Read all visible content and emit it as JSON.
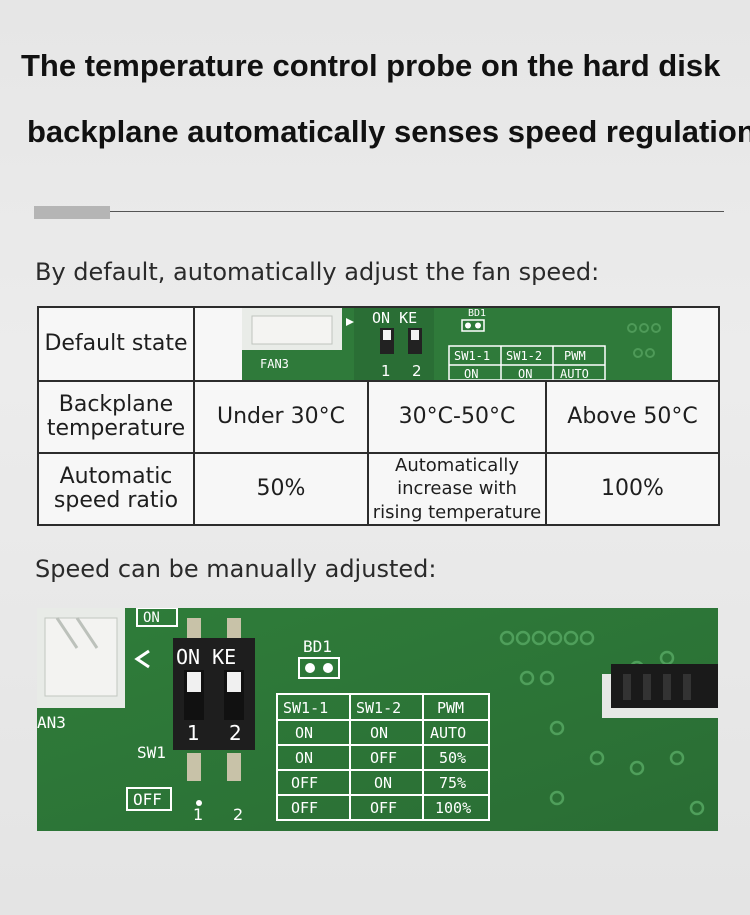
{
  "title": {
    "line1": "The temperature control probe on the hard disk",
    "line2": "backplane automatically senses speed regulation"
  },
  "default_section": {
    "heading": "By default, automatically adjust the fan speed:"
  },
  "table": {
    "row_default": {
      "label": "Default state"
    },
    "row_temp": {
      "label_line1": "Backplane",
      "label_line2": "temperature",
      "cells": [
        "Under 30°C",
        "30°C-50°C",
        "Above 50°C"
      ]
    },
    "row_ratio": {
      "label_line1": "Automatic",
      "label_line2": "speed ratio",
      "cells": [
        "50%",
        "",
        "100%"
      ],
      "mid_line1": "Automatically",
      "mid_line2": "increase with",
      "mid_line3": "rising temperature"
    }
  },
  "small_board": {
    "on_label": "ON KE",
    "switch_nums": [
      "1",
      "2"
    ],
    "fan_label": "FAN3",
    "bd_label": "BD1",
    "headers": [
      "SW1-1",
      "SW1-2",
      "PWM"
    ],
    "values": [
      "ON",
      "ON",
      "AUTO"
    ]
  },
  "manual_section": {
    "heading": "Speed can be manually adjusted:"
  },
  "big_board": {
    "on_label": "ON KE",
    "switch_nums": [
      "1",
      "2"
    ],
    "bottom_nums": [
      "1",
      "2"
    ],
    "sw_label": "SW1",
    "off_label": "OFF",
    "fan_label": "AN3",
    "bd_label": "BD1",
    "top_tab": "ON",
    "headers": [
      "SW1-1",
      "SW1-2",
      "PWM"
    ],
    "rows": [
      [
        "ON",
        "ON",
        "AUTO"
      ],
      [
        "ON",
        "OFF",
        "50%"
      ],
      [
        "OFF",
        "ON",
        "75%"
      ],
      [
        "OFF",
        "OFF",
        "100%"
      ]
    ]
  },
  "colors": {
    "pcb_green": "#2f7a3a",
    "pcb_dark": "#1f5a2a",
    "silk": "#ffffff"
  }
}
